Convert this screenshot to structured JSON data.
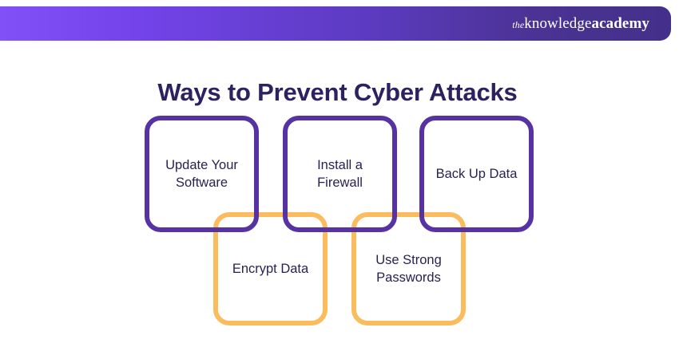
{
  "header": {
    "logo": {
      "prefix": "the",
      "word_one": "knowledge",
      "word_two": "academy"
    },
    "gradient_start": "#8250F7",
    "gradient_end": "#44308A"
  },
  "page_title": "Ways to Prevent Cyber Attacks",
  "colors": {
    "title_text": "#2E2160",
    "node_text": "#2B2150",
    "purple_border": "#5632A3",
    "orange_border": "#FBBC5E",
    "background": "#FFFFFF"
  },
  "diagram": {
    "type": "node-grid",
    "row_one": [
      {
        "label": "Update Your Software",
        "color": "#5632A3"
      },
      {
        "label": "Install a Firewall",
        "color": "#5632A3"
      },
      {
        "label": "Back Up Data",
        "color": "#5632A3"
      }
    ],
    "row_two": [
      {
        "label": "Encrypt Data",
        "color": "#FBBC5E"
      },
      {
        "label": "Use Strong Passwords",
        "color": "#FBBC5E"
      }
    ]
  }
}
